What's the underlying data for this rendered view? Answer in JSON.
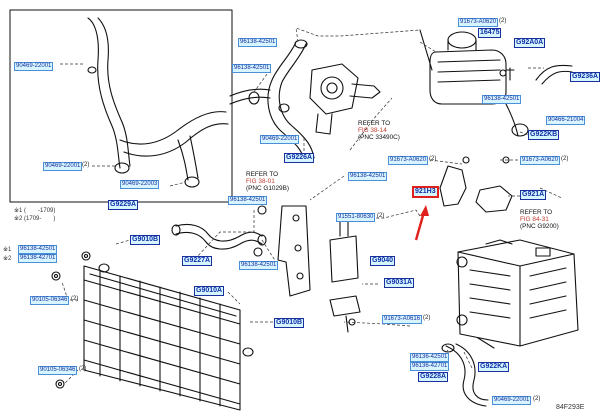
{
  "accent_highlight": "#e0201c",
  "label_fill": "#d6f5ff",
  "label_text": "#1030a8",
  "part_numbers": [
    "90469-22001",
    "90469-22001",
    "90469-22003",
    "96138-42501",
    "96138-42501",
    "90469-22001",
    "96138-42501",
    "96138-42501",
    "96138-42501",
    "96138-42501",
    "96138-42501",
    "96138-42701",
    "90105-06346",
    "90105-06346",
    "91551-80630",
    "91673-A0620",
    "91673-A0620",
    "91673-A0620",
    "91673-A0616",
    "90466-21004",
    "96138-42501",
    "96136-42501",
    "96136-42701",
    "90469-22001"
  ],
  "qty2": "(2)",
  "group_labels": [
    "G9229A",
    "G9010B",
    "G9227A",
    "G9226A",
    "G9040",
    "G9031A",
    "G9010A",
    "G9010B",
    "G9228A",
    "16475",
    "G92A0A",
    "G9236A",
    "G922KB",
    "G921A",
    "G922KA"
  ],
  "highlight": "921H3",
  "refs": [
    {
      "l1": "REFER TO",
      "l2": "FIG 38-14",
      "l3": "(PNC 33490C)"
    },
    {
      "l1": "REFER TO",
      "l2": "FIG 38-01",
      "l3": "(PNC G1029B)"
    },
    {
      "l1": "REFER TO",
      "l2": "FIG 84-31",
      "l3": "(PNC G9200)"
    }
  ],
  "notes": {
    "n1": "※1 (　　-1709)",
    "n2": "※2 (1709-　　)",
    "m1": "※1",
    "m2": "※2"
  },
  "figure_code": "84F293E"
}
